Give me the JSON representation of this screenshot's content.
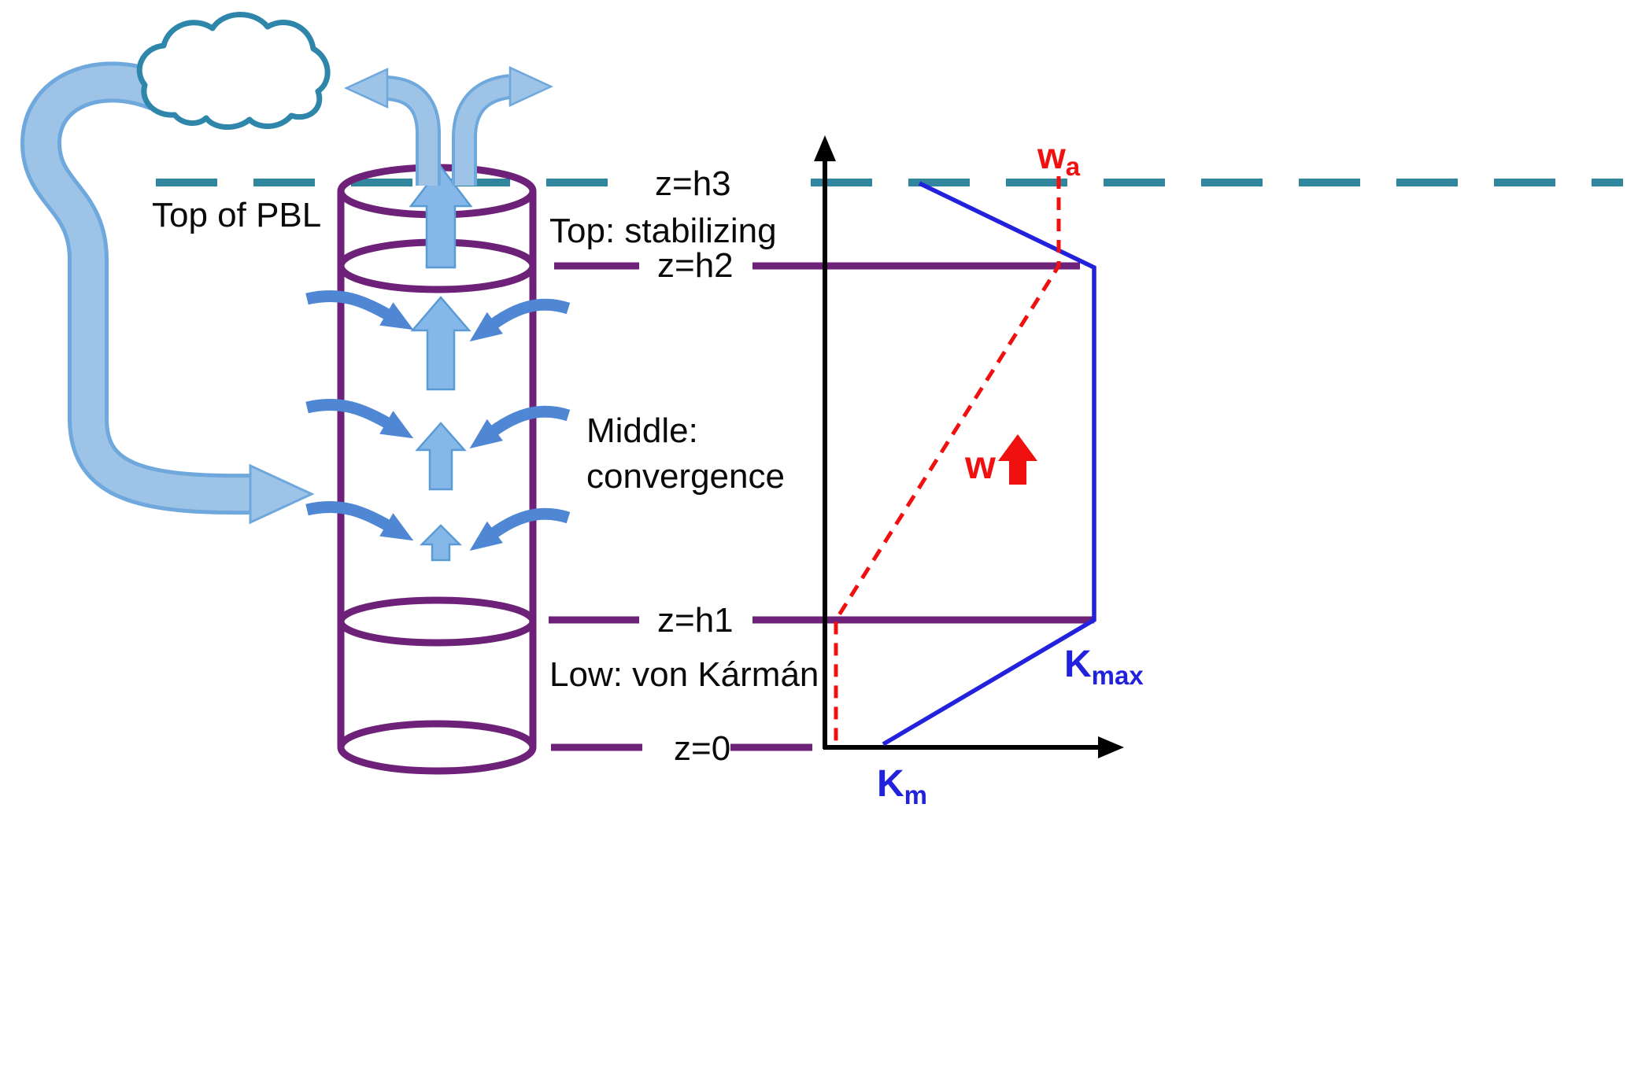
{
  "palette": {
    "purple": "#6e2178",
    "teal_dash": "#31859c",
    "cloud_stroke": "#2e86ab",
    "band_arrow_fill": "#9dc3e6",
    "band_arrow_edge": "#6fa8dc",
    "convergence_arrow": "#4f87d4",
    "updraft_arrow_fill": "#85b8e8",
    "graph_blue": "#2222dd",
    "graph_red": "#f01010",
    "text_black": "#0a0a0a"
  },
  "left_diagram": {
    "top_of_pbl": "Top of PBL",
    "levels": {
      "h3": "z=h3",
      "h2": "z=h2",
      "h1": "z=h1",
      "z0": "z=0"
    },
    "regions": {
      "top": "Top: stabilizing",
      "middle_1": "Middle:",
      "middle_2": "convergence",
      "low": "Low: von Kármán"
    }
  },
  "graph": {
    "w_a": {
      "main": "w",
      "sub": "a"
    },
    "w": {
      "main": "w"
    },
    "k_max": {
      "main": "K",
      "sub": "max"
    },
    "k_m": {
      "main": "K",
      "sub": "m"
    }
  }
}
